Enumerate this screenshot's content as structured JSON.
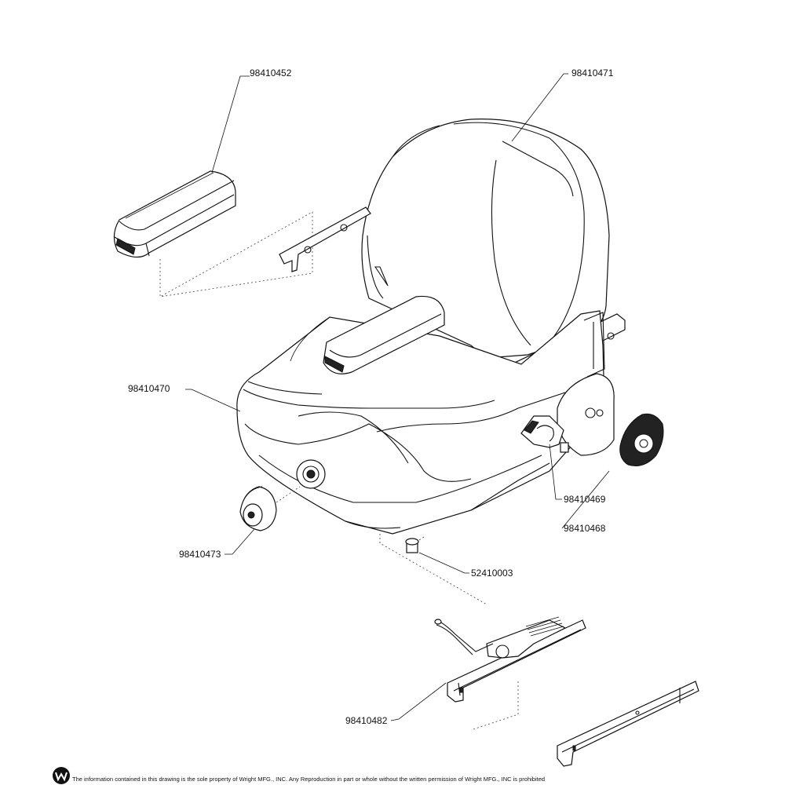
{
  "callouts": {
    "armrest_left": "98410452",
    "seat_back": "98410471",
    "seat_cushion": "98410470",
    "recline_lever": "98410469",
    "knob_right": "98410468",
    "knob_left": "98410473",
    "pin": "52410003",
    "slide_rail": "98410482"
  },
  "footer": {
    "legal_text": "The information contained in this drawing is the sole property of Wright MFG., INC. Any Reproduction in part or whole without the written permission of Wright MFG., INC is prohibited"
  },
  "logo": {
    "icon": "wright-logo-icon"
  }
}
